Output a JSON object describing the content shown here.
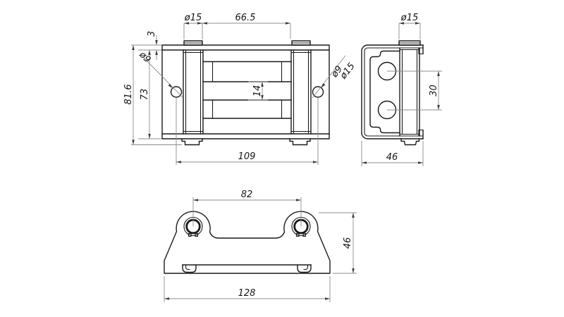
{
  "views": {
    "front": {
      "dim_roller_dia": "ø15",
      "dim_opening": "66.5",
      "dim_plate_thickness": "3",
      "dim_hole_left": "ø9",
      "dim_total_height": "81.6",
      "dim_inner_height": "73",
      "dim_center_gap": "14",
      "dim_hole_right": "ø9",
      "dim_boss_right": "ø15",
      "dim_hole_spacing": "109"
    },
    "side": {
      "dim_roller_dia": "ø15",
      "dim_roller_pitch": "30",
      "dim_depth": "46"
    },
    "top": {
      "dim_boss_spacing": "82",
      "dim_depth": "46",
      "dim_overall_width": "128"
    }
  },
  "colors": {
    "background": "#ffffff",
    "outline": "#1a1a1a",
    "dimension_lines": "#8c8c8c",
    "text": "#141414"
  }
}
